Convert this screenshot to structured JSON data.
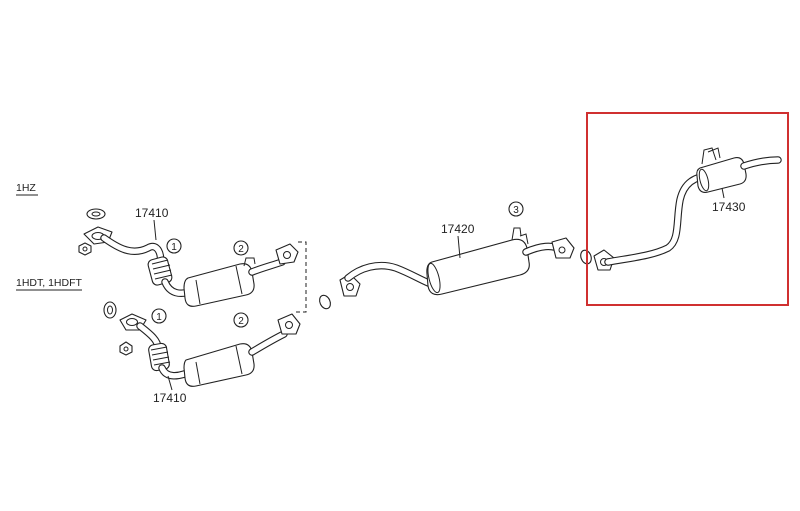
{
  "engine_labels": {
    "hz": "1HZ",
    "hdt": "1HDT, 1HDFT"
  },
  "part_numbers": {
    "front_upper": "17410",
    "front_lower": "17410",
    "center": "17420",
    "tail": "17430"
  },
  "callouts": {
    "c1_upper": "1",
    "c2_upper": "2",
    "c1_lower": "1",
    "c2_lower": "2",
    "c3": "3"
  },
  "highlight": {
    "color": "#d03030",
    "target": "17430"
  },
  "colors": {
    "line": "#222222",
    "background": "#ffffff"
  }
}
